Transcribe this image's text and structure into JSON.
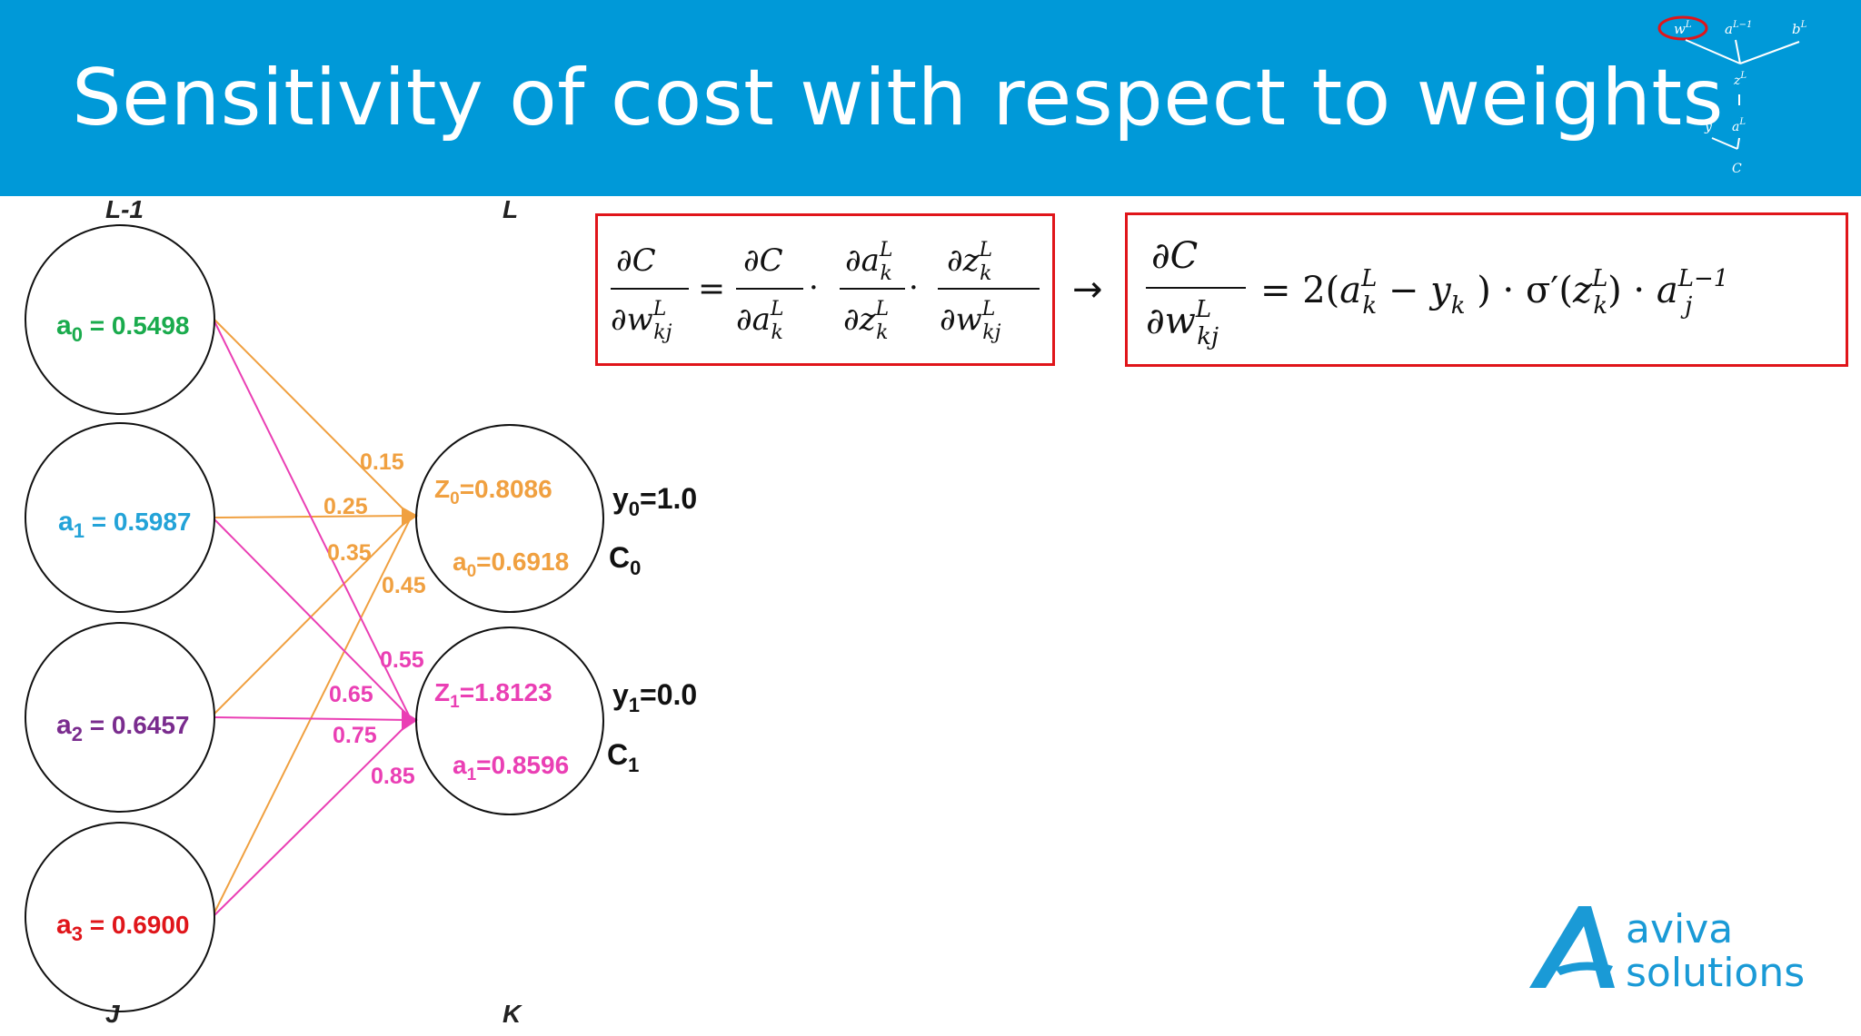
{
  "header": {
    "title": "Sensitivity of cost with respect to weights",
    "background": "#0099d8",
    "mini_tree": {
      "nodes": [
        "w",
        "a",
        "b",
        "z",
        "y",
        "a",
        "C"
      ],
      "superscripts": [
        "L",
        "L−1",
        "L",
        "L",
        "",
        "L",
        ""
      ],
      "highlighted": "w"
    }
  },
  "network": {
    "layer_labels": {
      "prev": "L-1",
      "curr": "L",
      "prev_index": "J",
      "curr_index": "K"
    },
    "inputs": [
      {
        "sym": "a",
        "sub": "0",
        "eq": " = 0.5498",
        "color": "#1aab4d"
      },
      {
        "sym": "a",
        "sub": "1",
        "eq": " = 0.5987",
        "color": "#23a3d8"
      },
      {
        "sym": "a",
        "sub": "2",
        "eq": " = 0.6457",
        "color": "#7a2c8e"
      },
      {
        "sym": "a",
        "sub": "3",
        "eq": " = 0.6900",
        "color": "#e0151a"
      }
    ],
    "outputs": [
      {
        "z_sym": "Z",
        "z_sub": "0",
        "z_eq": "=0.8086",
        "a_sym": "a",
        "a_sub": "0",
        "a_eq": "=0.6918",
        "y_sym": "y",
        "y_sub": "0",
        "y_eq": "=1.0",
        "c_sym": "C",
        "c_sub": "0",
        "color": "#f0a040"
      },
      {
        "z_sym": "Z",
        "z_sub": "1",
        "z_eq": "=1.8123",
        "a_sym": "a",
        "a_sub": "1",
        "a_eq": "=0.8596",
        "y_sym": "y",
        "y_sub": "1",
        "y_eq": "=0.0",
        "c_sym": "C",
        "c_sub": "1",
        "color": "#ea3fb4"
      }
    ],
    "weights_to_z0": [
      "0.15",
      "0.25",
      "0.35",
      "0.45"
    ],
    "weights_to_z1": [
      "0.55",
      "0.65",
      "0.75",
      "0.85"
    ]
  },
  "equations": {
    "chain_rule": {
      "lhs_num": "∂C",
      "lhs_den_pre": "∂w",
      "lhs_den_sup": "L",
      "lhs_den_sub": "kj",
      "equals": "=",
      "f1_num": "∂C",
      "f1_den": "∂a",
      "f1_den_sup": "L",
      "f1_den_sub": "k",
      "f2_num": "∂a",
      "f2_num_sup": "L",
      "f2_num_sub": "k",
      "f2_den": "∂z",
      "f2_den_sup": "L",
      "f2_den_sub": "k",
      "f3_num": "∂z",
      "f3_num_sup": "L",
      "f3_num_sub": "k",
      "f3_den": "∂w",
      "f3_den_sup": "L",
      "f3_den_sub": "kj",
      "dot": "·"
    },
    "arrow": "→",
    "result": {
      "lhs_num": "∂C",
      "lhs_den_pre": "∂w",
      "lhs_den_sup": "L",
      "lhs_den_sub": "kj",
      "rhs_1": "= 2(",
      "a": "a",
      "a_sup": "L",
      "a_sub": "k",
      "minus": " − ",
      "y": "y",
      "y_sub": "k",
      "rhs_2": " ) · σ′(",
      "z": "z",
      "z_sup": "L",
      "z_sub": "k",
      "rhs_3": ") · ",
      "aj": "a",
      "aj_sup": "L−1",
      "aj_sub": "j"
    }
  },
  "logo": {
    "line1": "aviva",
    "line2": "solutions",
    "color": "#1a9ad6"
  }
}
